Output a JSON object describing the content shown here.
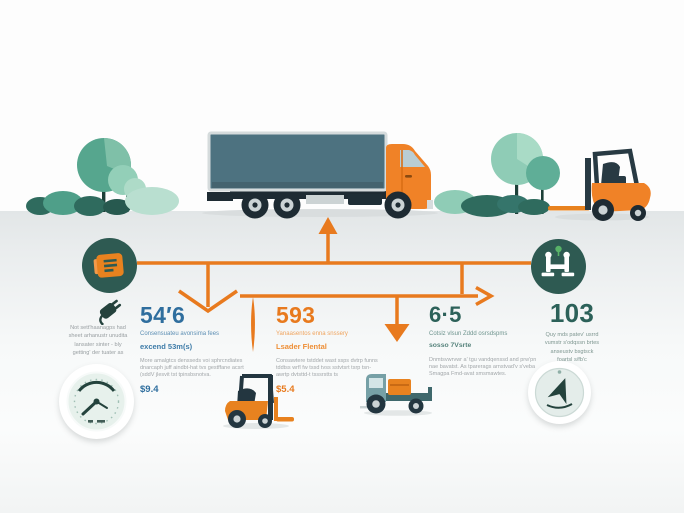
{
  "colors": {
    "accent_orange": "#E87A1E",
    "deep_teal_node": "#2E5A52",
    "steel_blue_number": "#2F6E9E",
    "teal_number": "#2C6159",
    "body_text_gray": "#A2A7AA",
    "trailer_teal": "#4D7280",
    "ground_gray": "#E2E6E7"
  },
  "icons": {
    "flow_left_node": "waybill-icon",
    "flow_right_node": "pallet-lift-icon",
    "column1": "plug-icon",
    "bottom_row": [
      "gauge-icon",
      "forklift-icon",
      "truck-icon",
      "compass-icon"
    ],
    "scene": [
      "truck-illustration",
      "forklift-illustration",
      "trees-illustration"
    ]
  },
  "columns": {
    "plug": {
      "lines": [
        "Not sett'haanagps had",
        "sheet arhanustr unudita",
        "lansater sinter - bly",
        "getting' der tuater as"
      ]
    },
    "monthly": {
      "number": "54′6",
      "caption1": "Consensuateu avonsima fees",
      "caption2": "excend 53m(s)",
      "para": [
        "More amalgtcs densseds voi sphrcndiates",
        "dnarcaph juff aindbt-hat tvs gestffane acsrt",
        "(sddV jlesvit tst tpinsbsnotva."
      ],
      "value": "$9.4"
    },
    "loader": {
      "number": "593",
      "caption1": "Yanaasentos enna snssery",
      "caption2": "Lsader Flental",
      "para": [
        "Consawtere tstddet wast ssps dvtrp funns",
        "tddtss wrfl fw tssd tvss sstvtsrt tsrp tsn-",
        "awrtp dvtsttd-t tsssrstts ts"
      ],
      "value": "$5.4"
    },
    "ratio": {
      "number": "6·5",
      "caption1": "Cotslz vlsun Zddd osrsdspms",
      "caption2": "sosso 7Vsrte",
      "para": [
        "Dnmtsvwrvwr a' tgu vandqenssd and prw'pn",
        "nae bavatst. As tparerags arnstvad'v s'veba",
        "Smagpa Fmd-avat smsmawtes."
      ]
    },
    "output": {
      "number": "103",
      "lines": [
        "Quy mds patev' usrrd",
        "vumstr s'odqssn brtes",
        "anseustv bsgtsck",
        "foartsl s/fb'c"
      ]
    }
  }
}
